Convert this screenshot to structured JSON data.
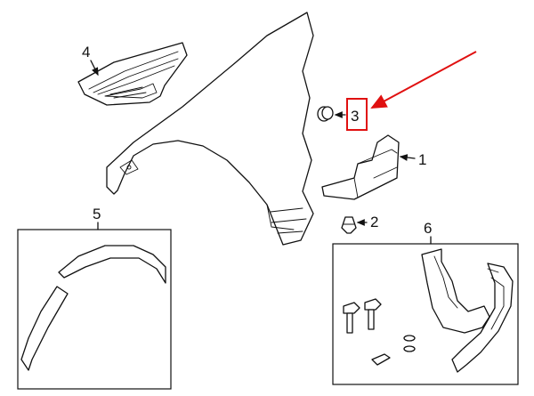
{
  "callouts": {
    "c1": "1",
    "c2": "2",
    "c3": "3",
    "c4": "4",
    "c5": "5",
    "c6": "6"
  },
  "highlight": {
    "target": "3",
    "color": "#e01010"
  }
}
